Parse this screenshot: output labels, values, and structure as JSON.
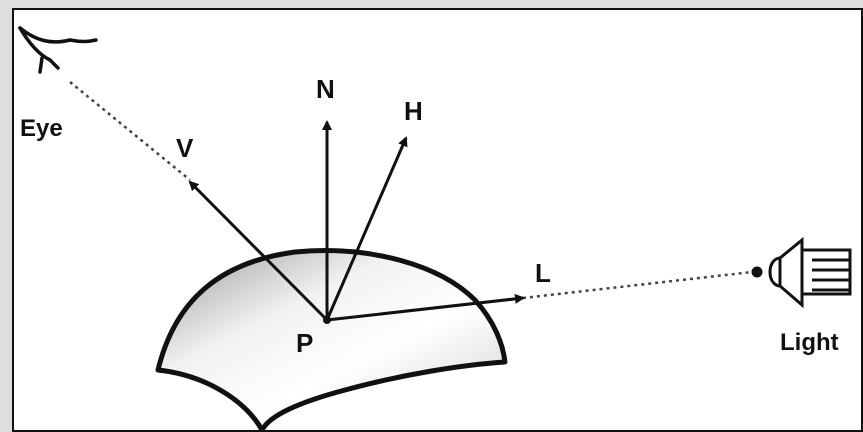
{
  "diagram": {
    "labels": {
      "eye": "Eye",
      "view_vector": "V",
      "normal_vector": "N",
      "halfway_vector": "H",
      "light_vector": "L",
      "point": "P",
      "light": "Light"
    },
    "icons": {
      "eye": "eye-icon",
      "light": "spotlight-icon"
    },
    "colors": {
      "background": "#dcdee0",
      "panel": "#ffffff",
      "ink": "#111111"
    }
  }
}
